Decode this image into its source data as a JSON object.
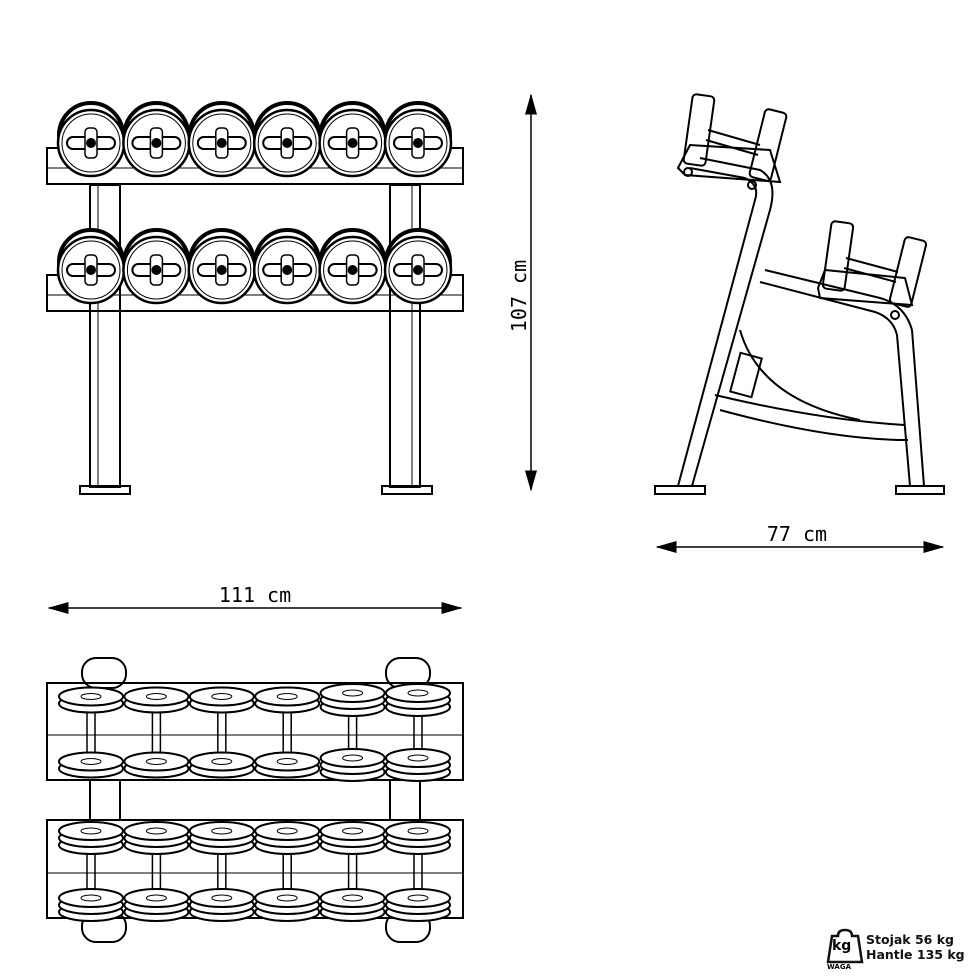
{
  "dimensions": {
    "height": "107 cm",
    "width": "111 cm",
    "depth": "77 cm"
  },
  "weight_badge": {
    "icon_label": "kg",
    "icon_caption": "WAGA",
    "rack_weight": "Stojak 56 kg",
    "dumbbells_weight": "Hantle 135 kg"
  },
  "dumbbell_pairs_per_tier": 6,
  "tiers": 2,
  "colors": {
    "line": "#000000",
    "background": "#ffffff"
  }
}
